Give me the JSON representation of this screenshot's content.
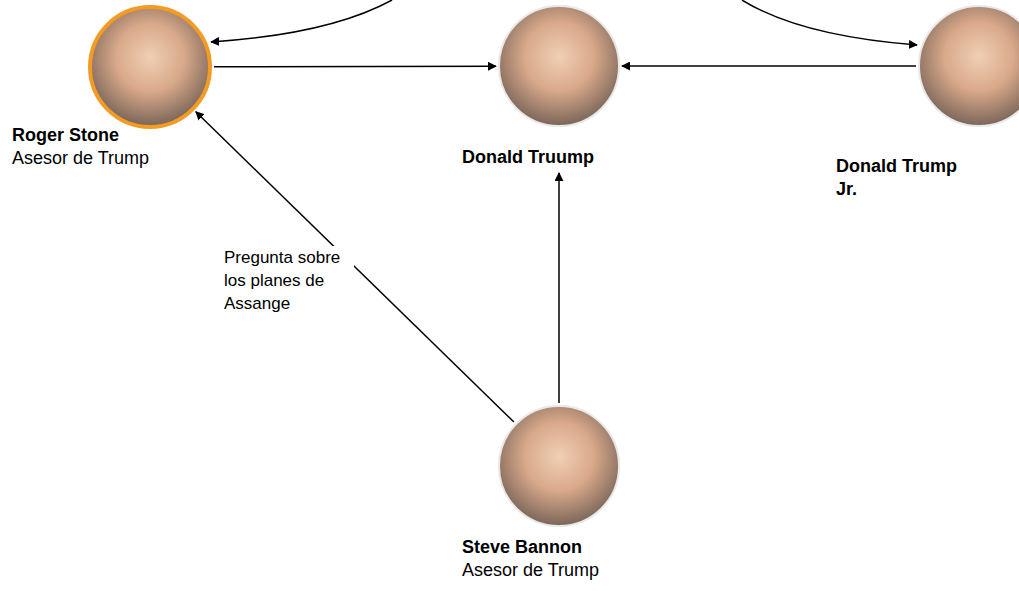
{
  "diagram": {
    "nodes": [
      {
        "text": [
          "Roger Stone",
          "Asesor de Trump"
        ]
      },
      {
        "text": [
          "Donald Truump"
        ]
      },
      {
        "text": [
          "Donald Trump Jr."
        ]
      },
      {
        "text": [
          "Steve Bannon",
          "Asesor de Trump"
        ]
      }
    ],
    "edges": [
      {
        "from": 0,
        "to": 1,
        "arrow": "to"
      },
      {
        "from": 2,
        "to": 1,
        "arrow": "to"
      },
      {
        "from": 3,
        "to": 0,
        "label": "Pregunta sobre los planes de Assange",
        "arrow": "to"
      },
      {
        "from": 3,
        "to": 1,
        "arrow": "to"
      }
    ]
  }
}
